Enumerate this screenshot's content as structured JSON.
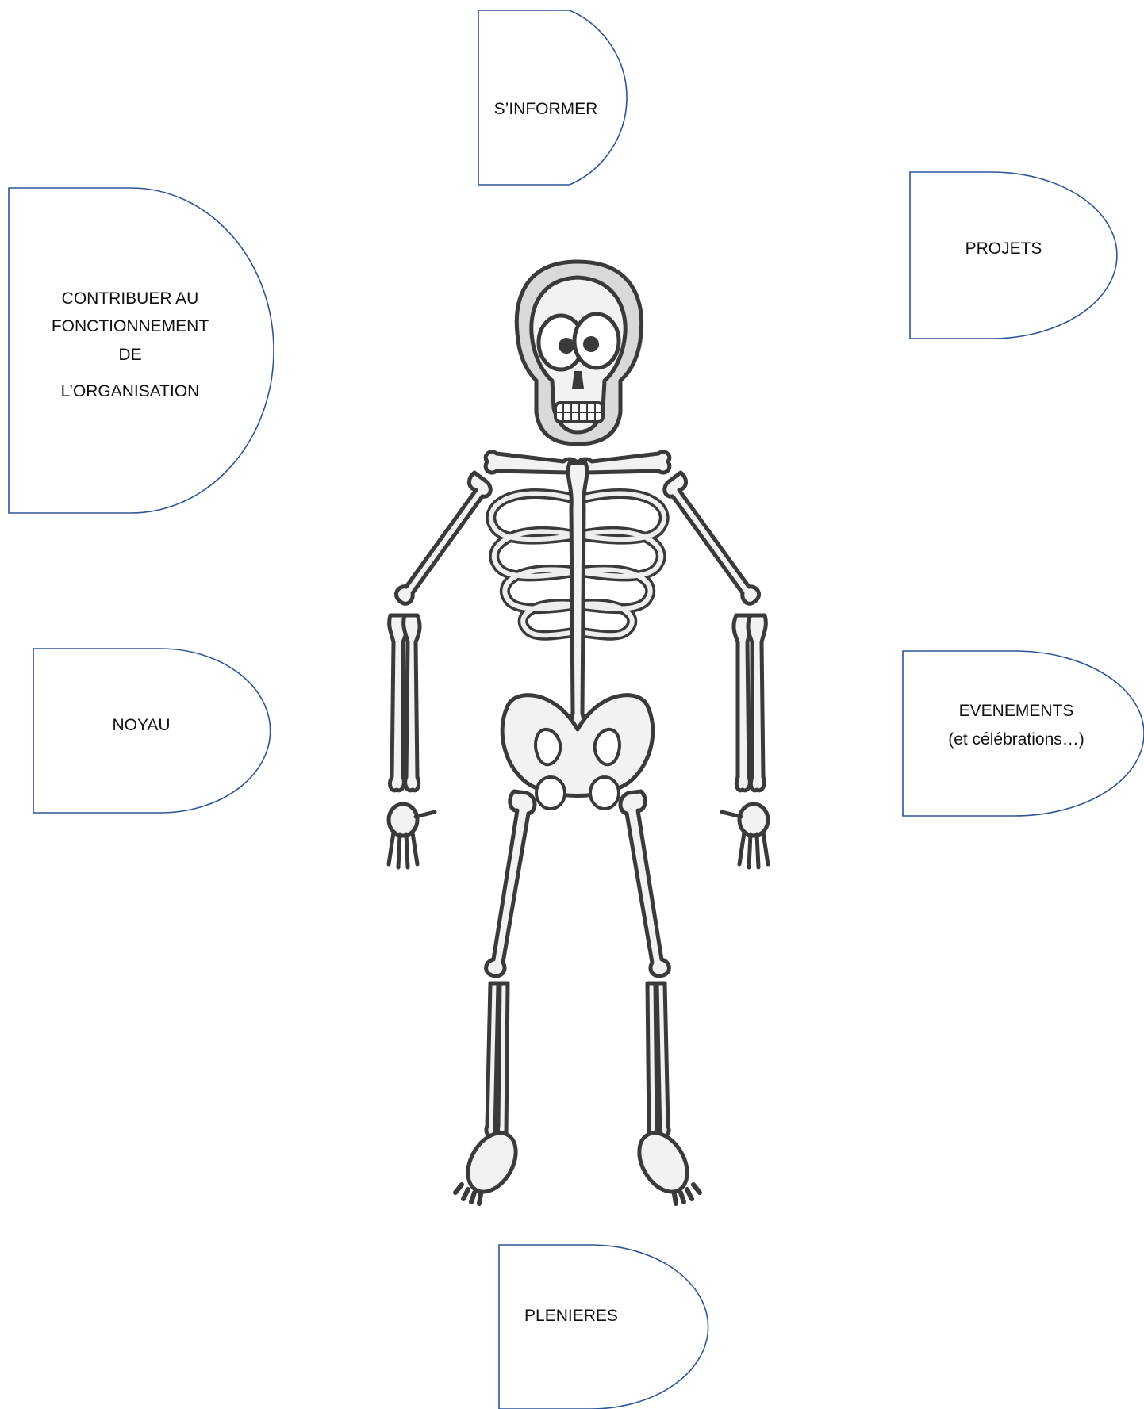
{
  "shapes": [
    {
      "id": "s-informer",
      "lines": [
        "S’INFORMER"
      ]
    },
    {
      "id": "projets",
      "lines": [
        "PROJETS"
      ]
    },
    {
      "id": "contribuer",
      "lines": [
        "CONTRIBUER AU",
        "FONCTIONNEMENT",
        "DE",
        "L’ORGANISATION"
      ]
    },
    {
      "id": "noyau",
      "lines": [
        "NOYAU"
      ]
    },
    {
      "id": "evenements",
      "lines": [
        "EVENEMENTS",
        "(et célébrations…)"
      ]
    },
    {
      "id": "plenieres",
      "lines": [
        "PLENIERES"
      ]
    }
  ],
  "colors": {
    "shape_outline": "#2f5597",
    "bone_outline": "#3a3a3a",
    "bone_fill": "#f2f2f2"
  }
}
